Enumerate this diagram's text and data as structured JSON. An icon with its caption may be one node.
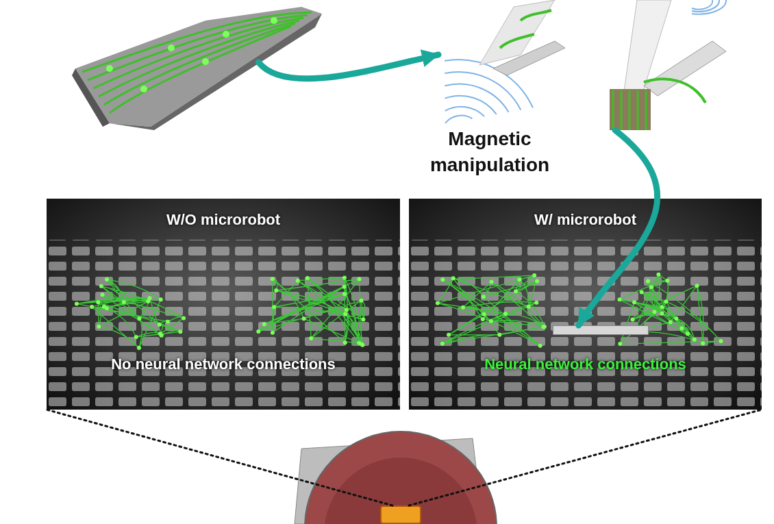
{
  "diagram": {
    "nodes": [
      {
        "text": [],
        "shape": "picture"
      },
      {
        "text": [],
        "shape": "picture"
      },
      {
        "text": [
          "W/O microrobot",
          "No neural network connections"
        ]
      },
      {
        "text": [
          "W/ microrobot",
          "Neural network connections"
        ]
      },
      {
        "text": [],
        "shape": "bar",
        "in": 3
      },
      {
        "text": [],
        "shape": "box"
      }
    ],
    "edges": [
      {
        "from": 0,
        "to": 1,
        "arrow": "to",
        "style": "thick",
        "color": "#1aa89a"
      },
      {
        "from": 1,
        "to": 4,
        "arrow": "to",
        "style": "thick",
        "color": "#1aa89a"
      },
      {
        "from": 5,
        "to": 2,
        "arrow": "none",
        "style": "dashed",
        "color": "#111111"
      },
      {
        "from": 5,
        "to": 3,
        "arrow": "none",
        "style": "dashed",
        "color": "#111111"
      }
    ],
    "labels": [
      "Magnetic manipulation"
    ]
  }
}
